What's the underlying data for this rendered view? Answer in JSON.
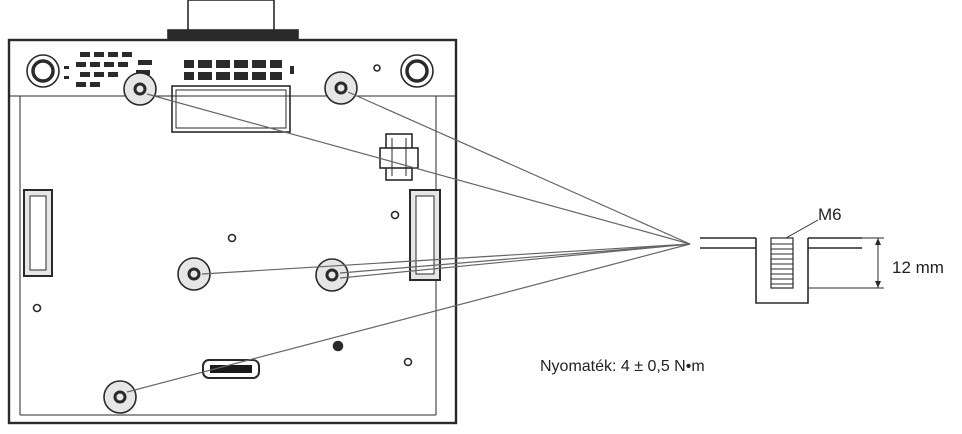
{
  "labels": {
    "thread": "M6",
    "depth": "12 mm",
    "torque": "Nyomaték: 4 ± 0,5 N•m"
  },
  "colors": {
    "line": "#2a2a2a",
    "leader": "#666666",
    "fill_light": "#e6e6e6",
    "fill_dark": "#1a1a1a"
  }
}
